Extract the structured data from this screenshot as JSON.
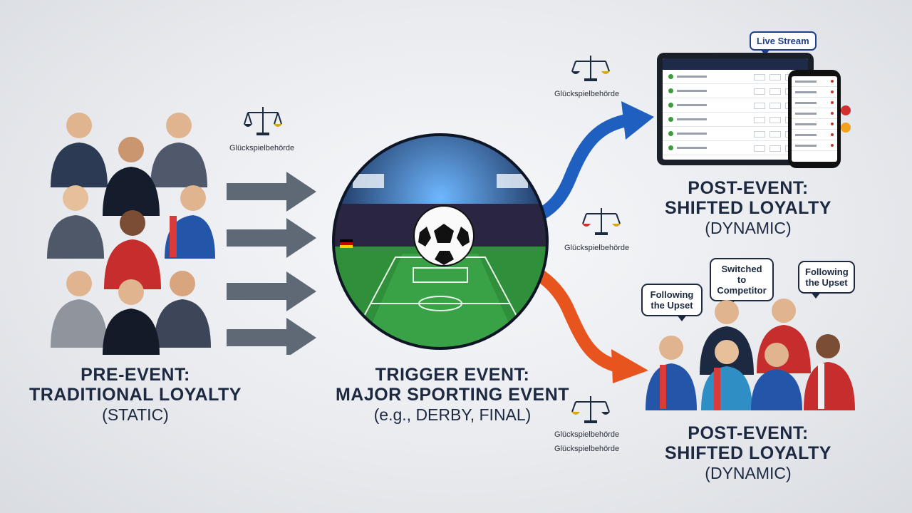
{
  "stages": {
    "pre": {
      "line1": "PRE-EVENT:",
      "line2": "TRADITIONAL LOYALTY",
      "line3": "(STATIC)"
    },
    "trigger": {
      "line1": "TRIGGER EVENT:",
      "line2": "MAJOR SPORTING EVENT",
      "line3": "(e.g., DERBY, FINAL)"
    },
    "post_digital": {
      "line1": "POST-EVENT:",
      "line2": "SHIFTED LOYALTY",
      "line3": "(DYNAMIC)"
    },
    "post_fans": {
      "line1": "POST-EVENT:",
      "line2": "SHIFTED LOYALTY",
      "line3": "(DYNAMIC)"
    }
  },
  "regulator": {
    "label": "Glückspielbehörde",
    "label_alt": "Glückspielbehörde",
    "label_lower_1": "Glückspielbehörde",
    "label_lower_2": "Glückspielbehörde"
  },
  "bubbles": {
    "live_stream": "Live Stream",
    "following_upset": "Following the Upset",
    "switched": "Switched to Competitor",
    "following_upset_2": "Following the Upset"
  },
  "colors": {
    "navy": "#1c2940",
    "arrow_gray": "#5f6875",
    "arrow_blue": "#1f5fbf",
    "arrow_orange": "#e8541d",
    "pitch": "#2f8f3a"
  },
  "icons": {
    "regulator": "scales-of-justice-icon",
    "fan": "person-silhouette-icon",
    "ball": "soccer-ball-icon"
  }
}
